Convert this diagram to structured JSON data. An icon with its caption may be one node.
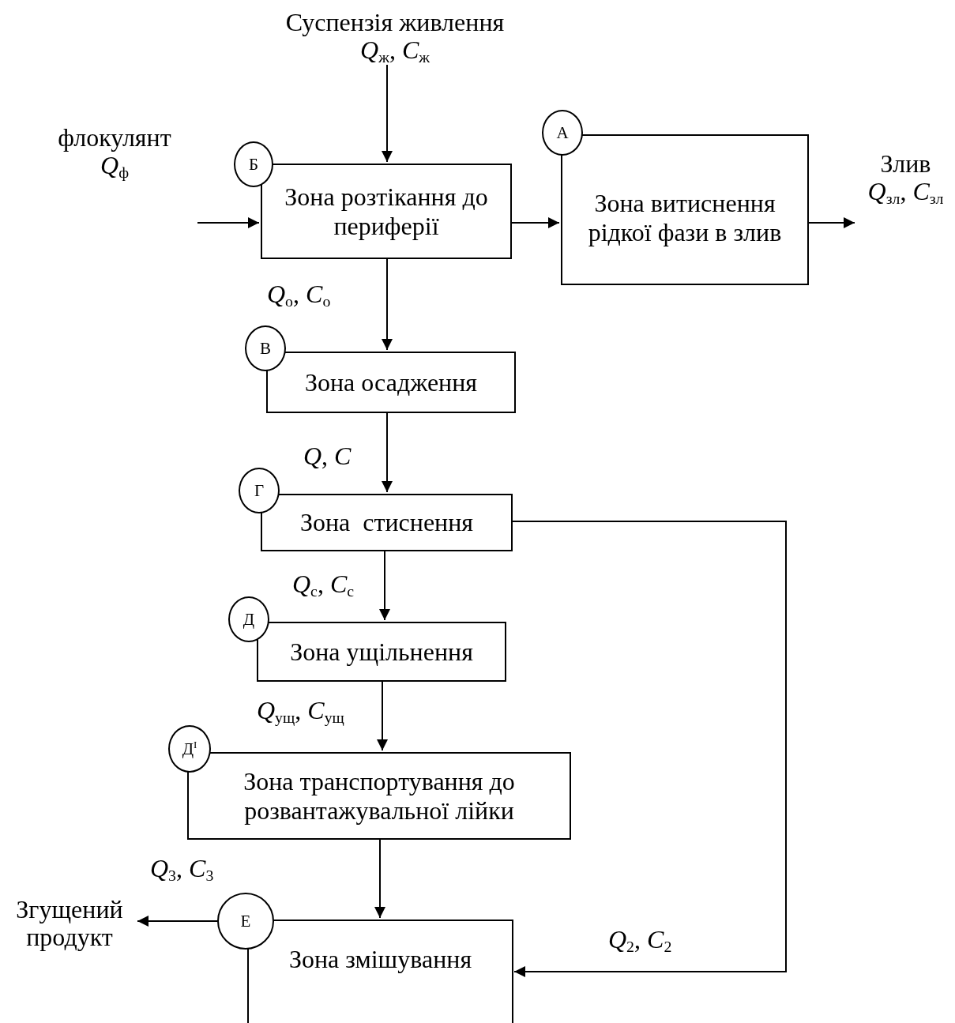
{
  "diagram": {
    "nodes": [
      {
        "text": [
          "Суспензія живлення",
          "*Q*$_{ж}$, *C*$_{ж}$"
        ]
      },
      {
        "text": [
          "флокулянт",
          "*Q*$_{ф}$"
        ]
      },
      {
        "text": [
          "Зона розтікання до периферії"
        ]
      },
      {
        "text": [
          "Б"
        ]
      },
      {
        "text": [
          "Зона витиснення рідкої фази в злив"
        ]
      },
      {
        "text": [
          "А"
        ]
      },
      {
        "text": [
          "Злив",
          "*Q*$_{зл}$, *C*$_{зл}$"
        ]
      },
      {
        "text": [
          "Зона осадження"
        ]
      },
      {
        "text": [
          "В"
        ]
      },
      {
        "text": [
          "Зона  стиснення"
        ]
      },
      {
        "text": [
          "Г"
        ]
      },
      {
        "text": [
          "Зона ущільнення"
        ]
      },
      {
        "text": [
          "Д"
        ]
      },
      {
        "text": [
          "Зона транспортування до розвантажувальної лійки"
        ]
      },
      {
        "text": [
          "Д$^{I}$"
        ]
      },
      {
        "text": [
          "Зона змішування"
        ]
      },
      {
        "text": [
          "Е"
        ]
      },
      {
        "text": [
          "Згущений продукт"
        ]
      }
    ],
    "edges": [
      {
        "from": 0,
        "to": 2,
        "arrow": "to"
      },
      {
        "from": 1,
        "to": 2,
        "arrow": "to"
      },
      {
        "from": 2,
        "to": 4,
        "arrow": "to"
      },
      {
        "from": 4,
        "to": 6,
        "arrow": "to"
      },
      {
        "from": 2,
        "to": 7,
        "arrow": "to",
        "label": "*Q*$_{о}$, *C*$_{о}$"
      },
      {
        "from": 7,
        "to": 9,
        "arrow": "to",
        "label": "*Q*, *C*"
      },
      {
        "from": 9,
        "to": 11,
        "arrow": "to",
        "label": "*Q*$_{с}$, *C*$_{с}$"
      },
      {
        "from": 11,
        "to": 13,
        "arrow": "to",
        "label": "*Q*$_{ущ}$, *C*$_{ущ}$"
      },
      {
        "from": 13,
        "to": 15,
        "arrow": "to"
      },
      {
        "from": 9,
        "to": 15,
        "arrow": "to",
        "label": "*Q*$_{2}$, *C*$_{2}$"
      },
      {
        "from": 16,
        "to": 17,
        "arrow": "to",
        "label": "*Q*$_{3}$, *C*$_{3}$"
      }
    ]
  }
}
